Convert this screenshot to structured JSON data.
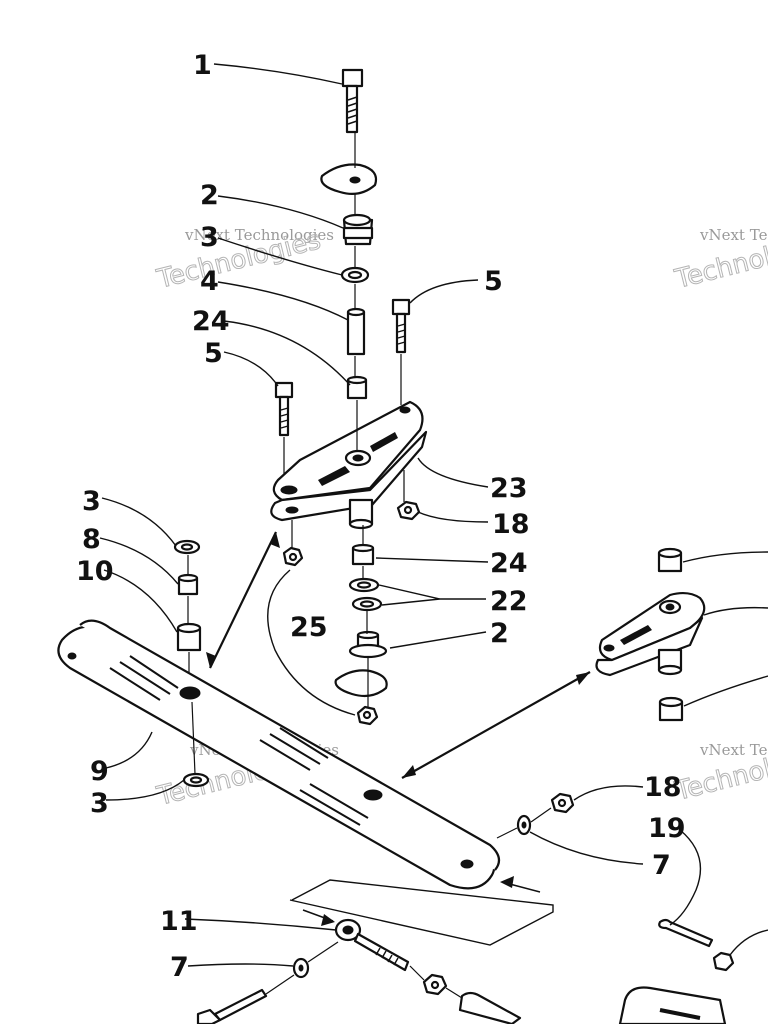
{
  "watermark": {
    "line1": "vNext Technologies",
    "line2": "Technologies",
    "arc": "vNext"
  },
  "callouts": [
    {
      "id": "c1",
      "label": "1"
    },
    {
      "id": "c2a",
      "label": "2"
    },
    {
      "id": "c3a",
      "label": "3"
    },
    {
      "id": "c4",
      "label": "4"
    },
    {
      "id": "c24a",
      "label": "24"
    },
    {
      "id": "c5a",
      "label": "5"
    },
    {
      "id": "c5b",
      "label": "5"
    },
    {
      "id": "c23",
      "label": "23"
    },
    {
      "id": "c18a",
      "label": "18"
    },
    {
      "id": "c3b",
      "label": "3"
    },
    {
      "id": "c8",
      "label": "8"
    },
    {
      "id": "c10",
      "label": "10"
    },
    {
      "id": "c24b",
      "label": "24"
    },
    {
      "id": "c22",
      "label": "22"
    },
    {
      "id": "c25",
      "label": "25"
    },
    {
      "id": "c2b",
      "label": "2"
    },
    {
      "id": "c9",
      "label": "9"
    },
    {
      "id": "c3c",
      "label": "3"
    },
    {
      "id": "c18b",
      "label": "18"
    },
    {
      "id": "c7a",
      "label": "7"
    },
    {
      "id": "c19",
      "label": "19"
    },
    {
      "id": "c11",
      "label": "11"
    },
    {
      "id": "c7b",
      "label": "7"
    }
  ]
}
